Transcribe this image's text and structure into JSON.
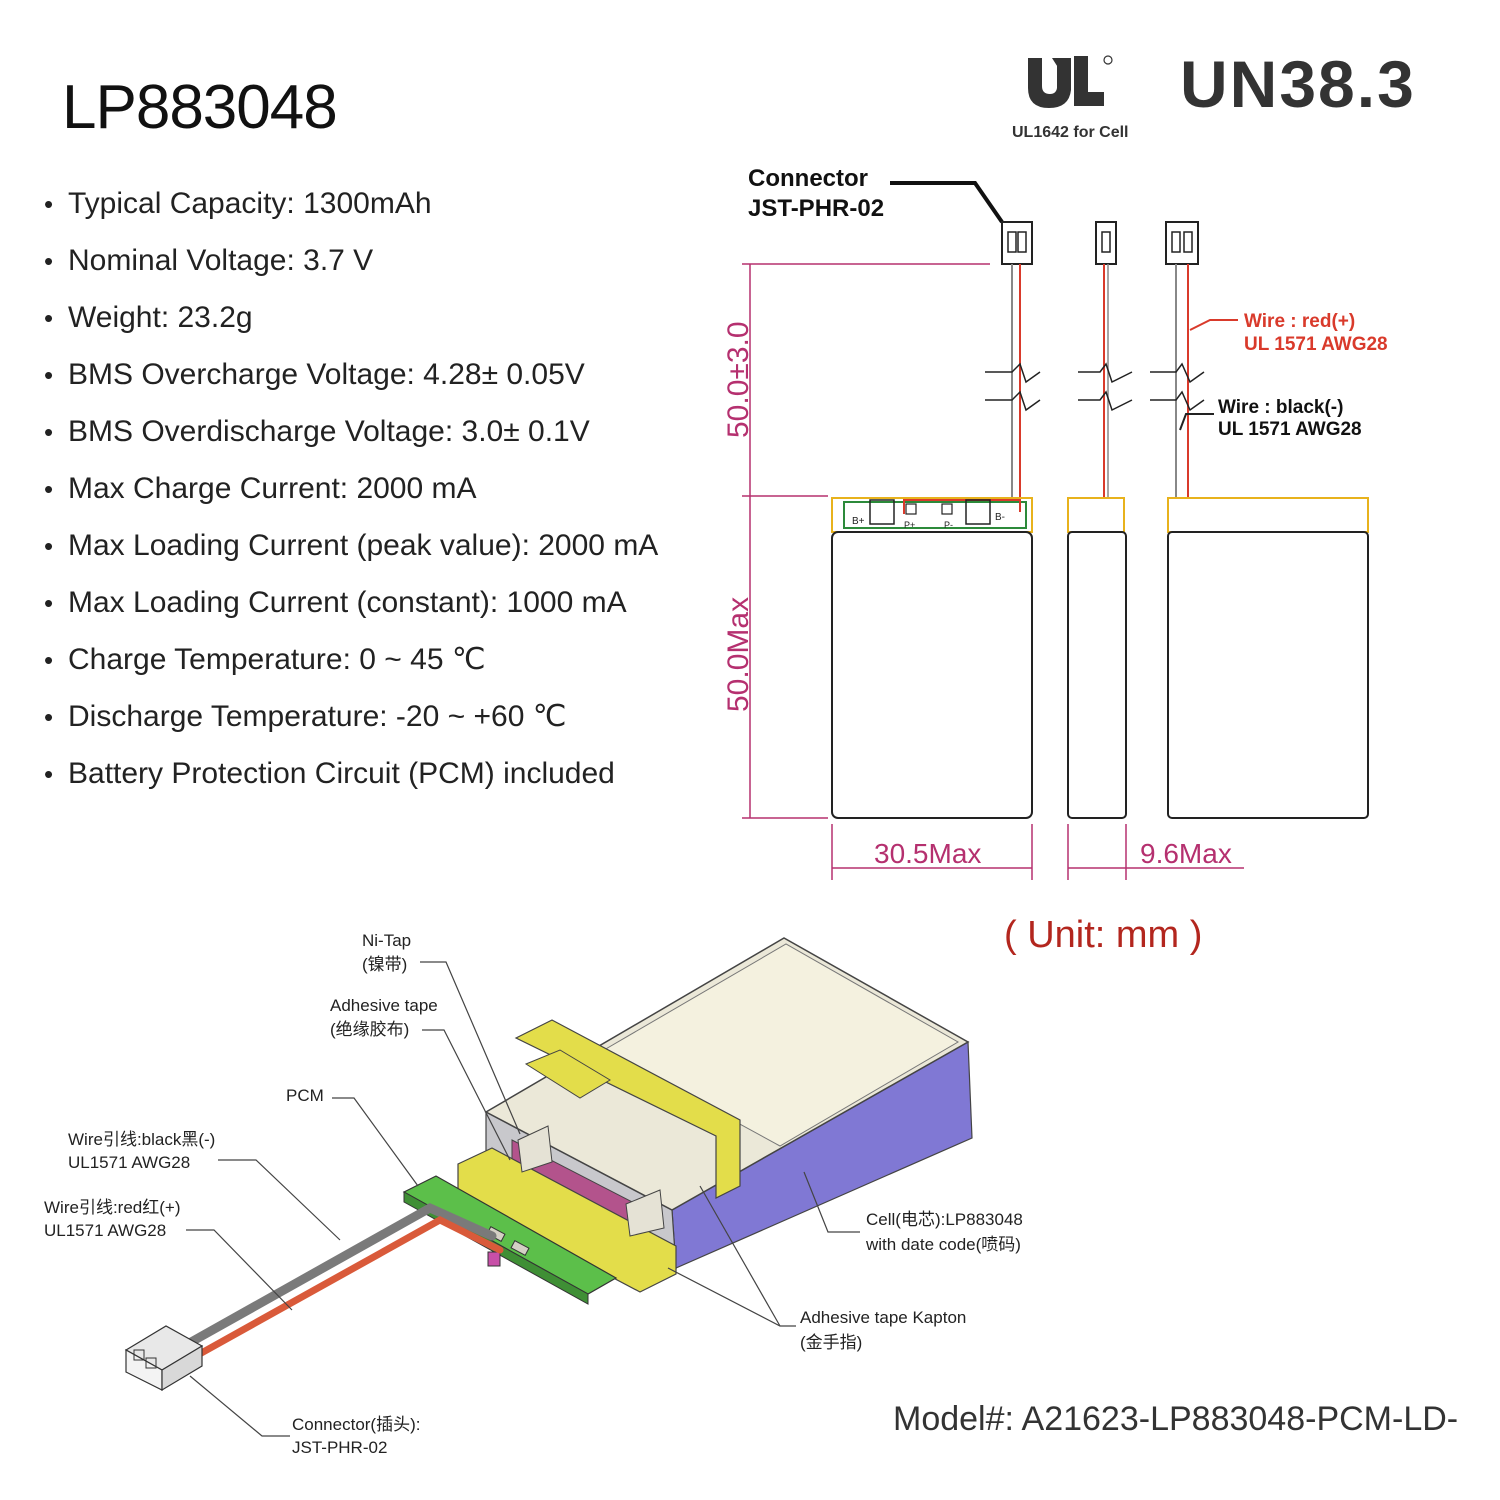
{
  "title": "LP883048",
  "specs": [
    {
      "label": "Typical Capacity: 1300mAh"
    },
    {
      "label": "Nominal Voltage: 3.7 V"
    },
    {
      "label": "Weight: 23.2g"
    },
    {
      "label": "BMS Overcharge Voltage: 4.28± 0.05V"
    },
    {
      "label": "BMS Overdischarge Voltage: 3.0± 0.1V"
    },
    {
      "label": "Max Charge Current: 2000 mA"
    },
    {
      "label": "Max Loading Current (peak value): 2000 mA"
    },
    {
      "label": "Max Loading Current (constant): 1000 mA"
    },
    {
      "label": "Charge Temperature: 0 ~ 45 ℃"
    },
    {
      "label": "Discharge Temperature: -20 ~ +60 ℃"
    },
    {
      "label": "Battery Protection Circuit (PCM) included"
    }
  ],
  "certifications": {
    "ul_caption": "UL1642 for Cell",
    "un_label": "UN38.3"
  },
  "drawing": {
    "connector_label_1": "Connector",
    "connector_label_2": "JST-PHR-02",
    "wire_red_1": "Wire : red(+)",
    "wire_red_2": "UL 1571 AWG28",
    "wire_black_1": "Wire : black(-)",
    "wire_black_2": "UL 1571 AWG28",
    "dim_wire": "50.0±3.0",
    "dim_height": "50.0Max",
    "dim_width": "30.5Max",
    "dim_thickness": "9.6Max",
    "pad_b_plus": "B+",
    "pad_p_plus": "P+",
    "pad_p_minus": "P-",
    "pad_b_minus": "B-"
  },
  "unit_note": "( Unit: mm )",
  "exploded": {
    "ni_tap_1": "Ni-Tap",
    "ni_tap_2": "(镍带)",
    "adhesive_1": "Adhesive tape",
    "adhesive_2": "(绝缘胶布)",
    "pcm": "PCM",
    "wire_black_1": "Wire引线:black黑(-)",
    "wire_black_2": "UL1571 AWG28",
    "wire_red_1": "Wire引线:red红(+)",
    "wire_red_2": "UL1571 AWG28",
    "cell_1": "Cell(电芯):LP883048",
    "cell_2": "with date code(喷码)",
    "kapton_1": "Adhesive tape Kapton",
    "kapton_2": "(金手指)",
    "connector_1": "Connector(插头):",
    "connector_2": "JST-PHR-02"
  },
  "model": "Model#: A21623-LP883048-PCM-LD-",
  "colors": {
    "dimension": "#b5306f",
    "red_wire": "#d93a2b",
    "pcm_green": "#5cbf4a",
    "tape_yellow": "#e3dd4a",
    "cell_side": "#8078d4",
    "accent_red_text": "#b3261e"
  }
}
